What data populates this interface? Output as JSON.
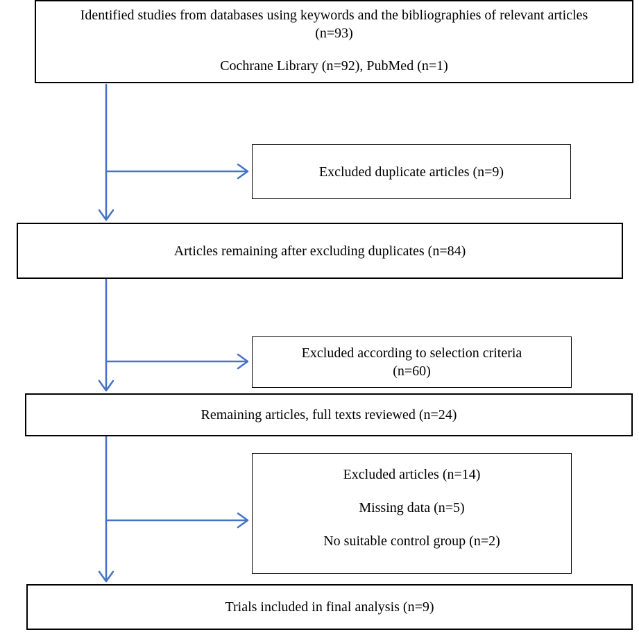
{
  "theme": {
    "arrow_color": "#4472C4",
    "box_border_color": "#000000",
    "text_color": "#000000",
    "background_color": "#ffffff"
  },
  "diagram": {
    "boxes": {
      "identified": {
        "para1": "Identified studies from databases using keywords and the bibliographies of relevant articles (n=93)",
        "para2": "Cochrane Library (n=92), PubMed (n=1)"
      },
      "excluded_duplicates": {
        "line1": "Excluded duplicate articles (n=9)"
      },
      "after_duplicates": {
        "line1": "Articles remaining after excluding duplicates (n=84)"
      },
      "excluded_selection": {
        "line1": "Excluded according to selection criteria",
        "line2": "(n=60)"
      },
      "full_text_reviewed": {
        "line1": "Remaining articles, full texts reviewed (n=24)"
      },
      "excluded_full_text": {
        "line1": "Excluded articles (n=14)",
        "line2": "Missing data (n=5)",
        "line3": "No suitable control group (n=2)"
      },
      "included": {
        "line1": "Trials included in final analysis (n=9)"
      }
    }
  }
}
